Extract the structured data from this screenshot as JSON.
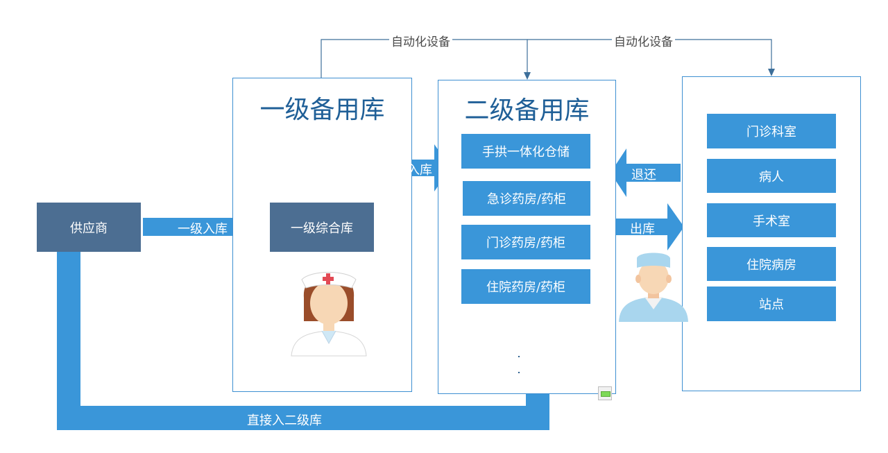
{
  "panels": {
    "level1": {
      "title": "一级备用库"
    },
    "level2": {
      "title": "二级备用库"
    }
  },
  "supplier": {
    "label": "供应商"
  },
  "level1_store": {
    "label": "一级综合库"
  },
  "level2_items": [
    "手拱一体化仓储",
    "急诊药房/药柜",
    "门诊药房/药柜",
    "住院药房/药柜"
  ],
  "departments": [
    "门诊科室",
    "病人",
    "手术室",
    "住院病房",
    "站点"
  ],
  "arrows": {
    "level1_in": "一级入库",
    "plan_in": "计划入库",
    "return": "退还",
    "out": "出库",
    "direct": "直接入二级库"
  },
  "connectors": {
    "auto_left": "自动化设备",
    "auto_right": "自动化设备"
  },
  "colors": {
    "primary": "#3a96d9",
    "slate": "#4c6e92",
    "border": "#3d8fd1",
    "title": "#1f5f97"
  },
  "icons": [
    "nurse-icon",
    "doctor-icon",
    "status-indicator-icon"
  ]
}
